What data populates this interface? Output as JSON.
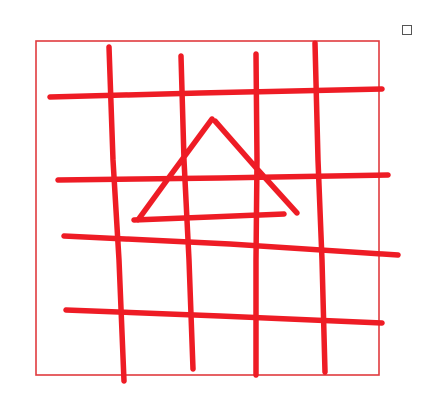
{
  "canvas": {
    "background_color": "#ffffff",
    "ink_color": "#ee1c25",
    "frame_color": "#e03a3e"
  },
  "drawing": {
    "description_shapes": [
      "rectangle-frame",
      "grid-lines",
      "triangle"
    ],
    "vertical_strokes": 4,
    "horizontal_strokes": 4
  },
  "checkbox": {
    "checked": false,
    "icon": "empty-checkbox-icon"
  }
}
